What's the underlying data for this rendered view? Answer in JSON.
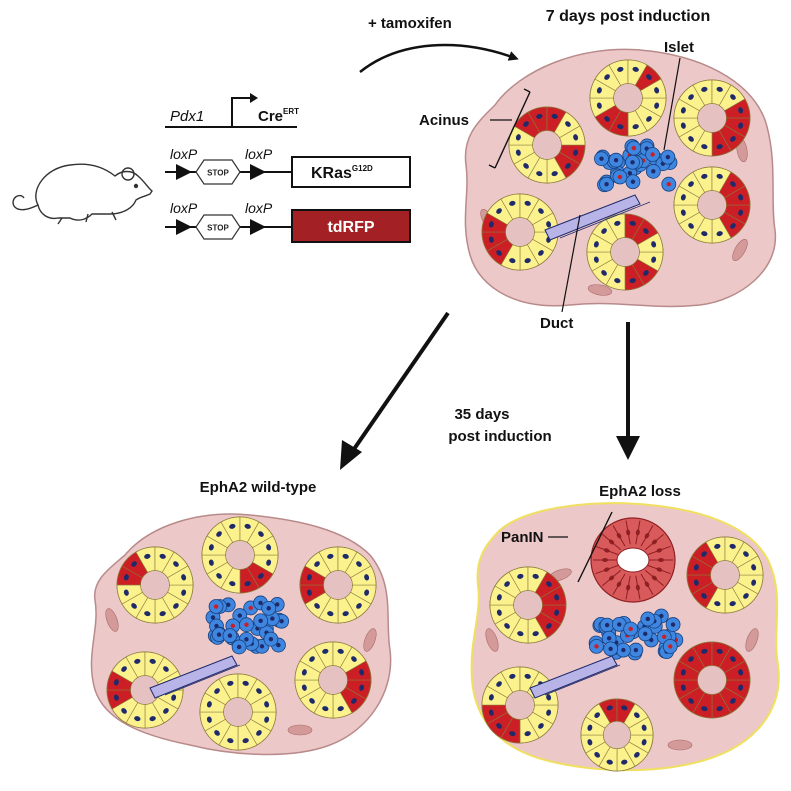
{
  "labels": {
    "tamoxifen": "+ tamoxifen",
    "days7": "7 days post induction",
    "islet": "Islet",
    "acinus": "Acinus",
    "duct": "Duct",
    "days35_line1": "35 days",
    "days35_line2": "post induction",
    "wildtype": "EphA2 wild-type",
    "loss": "EphA2 loss",
    "panin": "PanIN"
  },
  "construct": {
    "promoter": "Pdx1",
    "cre": "Cre",
    "cre_sup": "ERT",
    "loxp": "loxP",
    "stop": "STOP",
    "kras": "KRas",
    "kras_sup": "G12D",
    "reporter": "tdRFP"
  },
  "colors": {
    "tissue": "#ecc8c8",
    "tissue_edge": "#b98a8a",
    "loss_edge": "#f0e060",
    "acinar": "#fbf28e",
    "acinar_edge": "#8a7a3a",
    "lumen": "#e6c1c1",
    "nucleus": "#1f2a6b",
    "red_cell": "#cc1f25",
    "islet": "#3f86e0",
    "islet_edge": "#16407e",
    "duct": "#b8b4e8",
    "stroma": "#d49a9a",
    "panin": "#d95a5a",
    "panin_dark": "#8e1f22",
    "reporter_box": "#a32024"
  }
}
